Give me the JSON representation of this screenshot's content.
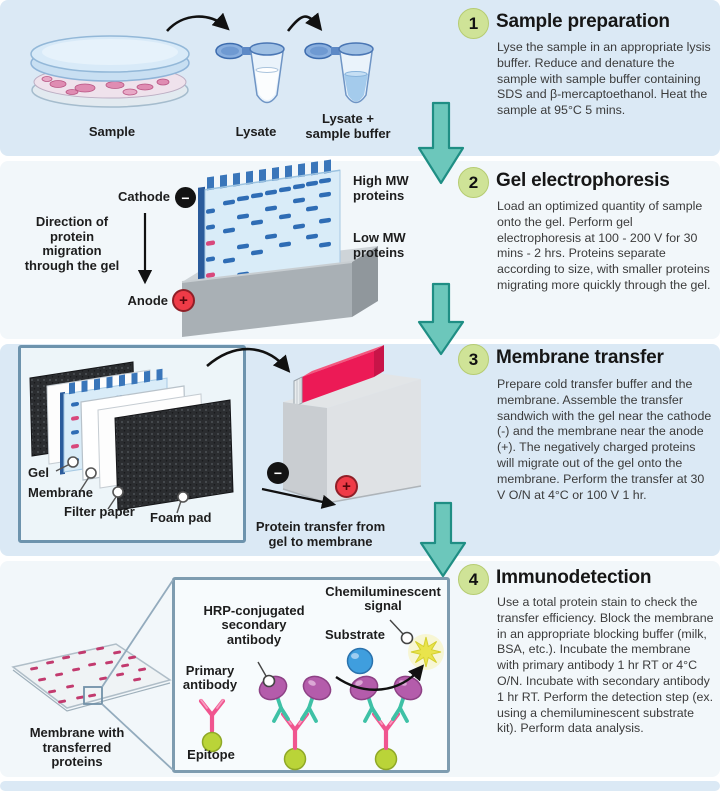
{
  "colors": {
    "band_blue": "#dbe9f5",
    "band_pale": "#f2f7fa",
    "flow_arrow_teal": "#6cc7bb",
    "step_circle_green": "#cfe397",
    "gel_band_blue": "#2f6db5",
    "marker_band_pink": "#d8487c",
    "membrane_red": "#ec1a56",
    "hrp_purple": "#b45cab",
    "secondary_antibody_teal": "#3ec1a6",
    "primary_antibody_pink": "#f0558f",
    "epitope_green": "#bad438",
    "substrate_blue": "#3f9ede",
    "signal_yellow": "#e9e44c"
  },
  "steps": [
    {
      "number": "1",
      "title": "Sample preparation",
      "body": "Lyse the sample in an appropriate lysis buffer. Reduce and denature the sample with sample buffer containing SDS and β-mercaptoethanol. Heat the sample at 95°C 5 mins."
    },
    {
      "number": "2",
      "title": "Gel electrophoresis",
      "body": "Load an optimized quantity of sample onto the gel. Perform gel electrophoresis at 100 - 200 V for 30 mins - 2 hrs. Proteins separate according to size, with smaller proteins migrating more quickly through the gel."
    },
    {
      "number": "3",
      "title": "Membrane transfer",
      "body": "Prepare cold transfer buffer and the membrane. Assemble the transfer sandwich with the gel near the cathode (-) and the membrane near the anode (+). The negatively charged proteins will migrate out of the gel onto the membrane. Perform the transfer at 30 V O/N at 4°C or 100 V 1 hr."
    },
    {
      "number": "4",
      "title": "Immunodetection",
      "body": "Use a total protein stain to check the transfer efficiency. Block the membrane in an appropriate blocking buffer (milk, BSA, etc.). Incubate the membrane with primary antibody 1 hr RT or 4°C O/N. Incubate with secondary antibody 1 hr RT. Perform the detection step (ex. using a chemiluminescent substrate kit). Perform data analysis."
    }
  ],
  "sample_prep": {
    "sample_label": "Sample",
    "lysate_label": "Lysate",
    "lysate_buffer_label": "Lysate +\nsample buffer"
  },
  "electrophoresis": {
    "direction_label": "Direction of\nprotein\nmigration\nthrough the gel",
    "cathode_label": "Cathode",
    "anode_label": "Anode",
    "cathode_sign": "−",
    "anode_sign": "+",
    "high_mw_label": "High MW\nproteins",
    "low_mw_label": "Low MW\nproteins"
  },
  "transfer": {
    "gel_label": "Gel",
    "membrane_label": "Membrane",
    "filter_paper_label": "Filter paper",
    "foam_pad_label": "Foam pad",
    "caption": "Protein transfer from\ngel to membrane",
    "cathode_sign": "−",
    "anode_sign": "+"
  },
  "immunodetection": {
    "membrane_label": "Membrane with\ntransferred\nproteins",
    "hrp_label": "HRP-conjugated\nsecondary\nantibody",
    "primary_label": "Primary\nantibody",
    "epitope_label": "Epitope",
    "substrate_label": "Substrate",
    "signal_label": "Chemiluminescent\nsignal"
  }
}
